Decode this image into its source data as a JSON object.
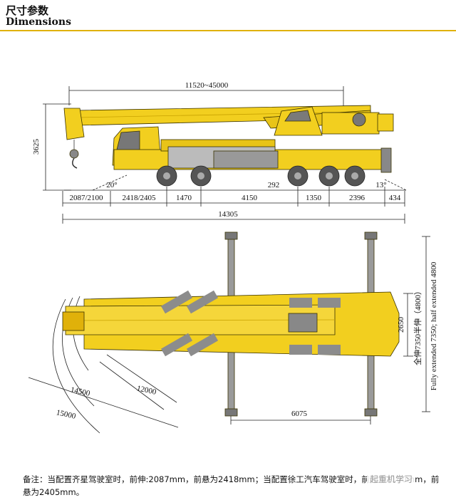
{
  "header": {
    "title_cn": "尺寸参数",
    "title_en": "Dimensions"
  },
  "side_view": {
    "boom_length": "11520~45000",
    "height": "3625",
    "angle_front": "20°",
    "angle_rear": "13°",
    "ground_clearance": "292",
    "segments": [
      "2087/2100",
      "2418/2405",
      "1470",
      "4150",
      "1350",
      "2396",
      "434"
    ],
    "overall_length": "14305"
  },
  "top_view": {
    "outrigger_span": "6075",
    "outrigger_full": "Fully extended 7350; half extended 4800",
    "outrigger_full_cn": "全伸7350半伸（4800）",
    "width": "2650",
    "turning_radius_1": "14500",
    "turning_radius_2": "12000",
    "turning_radius_3": "15000"
  },
  "footnote": "备注：当配置齐星驾驶室时，前伸:2087mm，前悬为2418mm；当配置徐工汽车驾驶室时，前伸为2100mm，前悬为2405mm。",
  "watermark": "起重机学习",
  "colors": {
    "body": "#f2cf1f",
    "outline": "#3a3200",
    "accent": "#e0b10a",
    "grey": "#8c8c8c"
  }
}
